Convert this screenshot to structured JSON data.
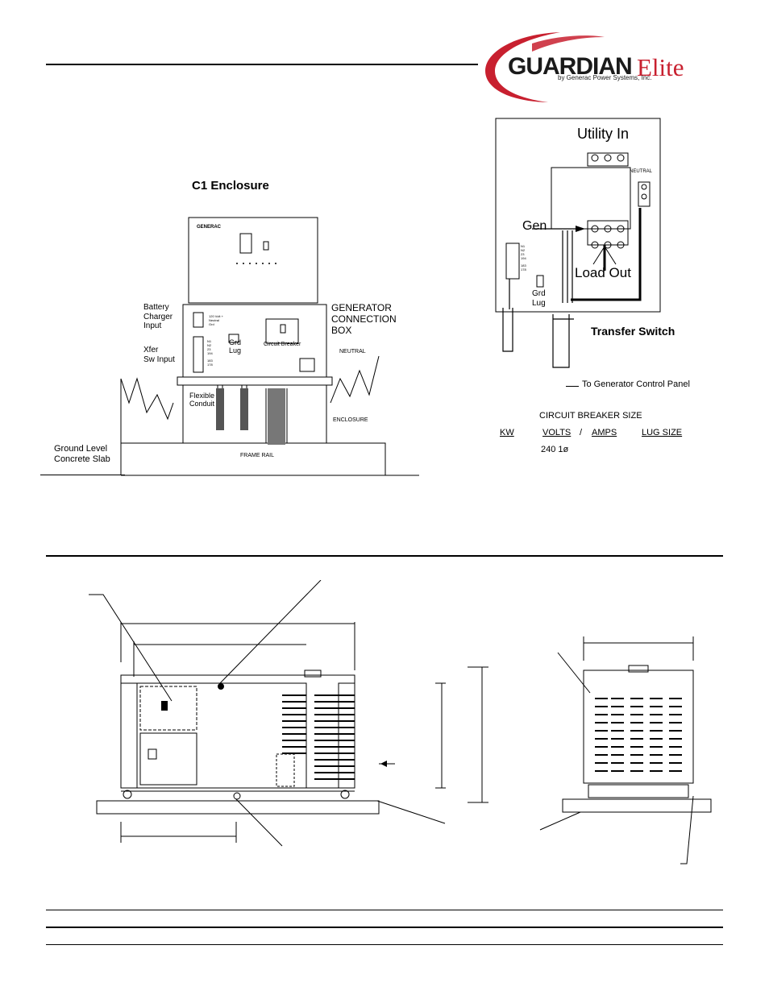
{
  "logo": {
    "brand": "GUARDIAN",
    "brand_suffix": "Elite",
    "tagline": "by Generac Power Systems, Inc.",
    "colors": {
      "swoosh": "#c8202f",
      "text": "#1a1a1a"
    }
  },
  "c1": {
    "title": "C1 Enclosure",
    "panel_brand": "GENERAC",
    "battery_charger_input": [
      "Battery",
      "Charger",
      "Input"
    ],
    "xfer_sw_input": [
      "Xfer",
      "Sw Input"
    ],
    "terminal_labels_top": [
      "120 Volt +",
      "Neutral",
      "Grd"
    ],
    "terminal_labels": [
      "N1",
      "N2",
      "23",
      "194",
      "183",
      "178"
    ],
    "grd_lug": [
      "Grd",
      "Lug"
    ],
    "circuit_breaker": "Circuit Breaker",
    "gen_connection_box": [
      "GENERATOR",
      "CONNECTION",
      "BOX"
    ],
    "neutral": "NEUTRAL",
    "flexible_conduit": [
      "Flexible",
      "Conduit"
    ],
    "enclosure": "ENCLOSURE",
    "frame_rail": "FRAME RAIL",
    "ground_level": [
      "Ground Level",
      "Concrete Slab"
    ]
  },
  "transfer_switch": {
    "utility_in": "Utility In",
    "neutral": "NEUTRAL",
    "gen": "Gen",
    "load_out": "Load Out",
    "terminal_labels": [
      "N1",
      "N2",
      "23",
      "194",
      "",
      "183",
      "178"
    ],
    "grd_lug": [
      "Grd",
      "Lug"
    ],
    "title": "Transfer Switch",
    "to_control_panel": "To Generator Control Panel"
  },
  "breaker_table": {
    "title": "CIRCUIT BREAKER SIZE",
    "headers": {
      "kw": "KW",
      "volts": "VOLTS",
      "sep": "/",
      "amps": "AMPS",
      "lug": "LUG SIZE"
    },
    "row_volts": "240 1ø"
  }
}
